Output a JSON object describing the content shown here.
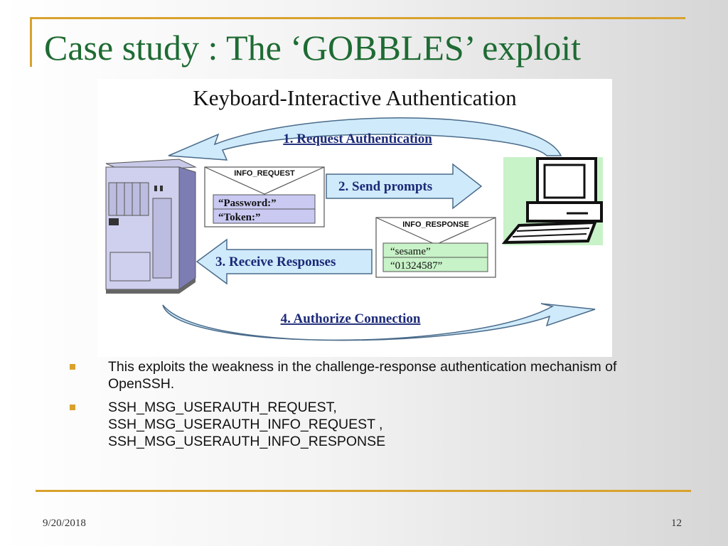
{
  "slide": {
    "title": "Case study : The ‘GOBBLES’ exploit",
    "footer": {
      "date": "9/20/2018",
      "page_number": "12"
    },
    "accent_color": "#d9a22d",
    "title_color": "#1e6b33"
  },
  "diagram": {
    "heading": "Keyboard-Interactive Authentication",
    "steps": [
      {
        "label": "1. Request Authentication"
      },
      {
        "label": "2. Send prompts"
      },
      {
        "label": "3. Receive Responses"
      },
      {
        "label": "4. Authorize Connection"
      }
    ],
    "info_request": {
      "header": "INFO_REQUEST",
      "prompts": [
        "“Password:”",
        "“Token:”"
      ]
    },
    "info_response": {
      "header": "INFO_RESPONSE",
      "responses": [
        "“sesame”",
        "“01324587”"
      ]
    },
    "icons": {
      "server": "server-icon",
      "client": "computer-icon"
    },
    "colors": {
      "arrow_fill": "#cfeafa",
      "prompt_fill": "#c9c9f2",
      "response_fill": "#c8f2c8",
      "step_text": "#1c2a78"
    }
  },
  "bullets": [
    {
      "text": "This exploits the weakness in the challenge-response authentication mechanism of OpenSSH."
    },
    {
      "text": "SSH_MSG_USERAUTH_REQUEST,\nSSH_MSG_USERAUTH_INFO_REQUEST ,\nSSH_MSG_USERAUTH_INFO_RESPONSE"
    }
  ]
}
